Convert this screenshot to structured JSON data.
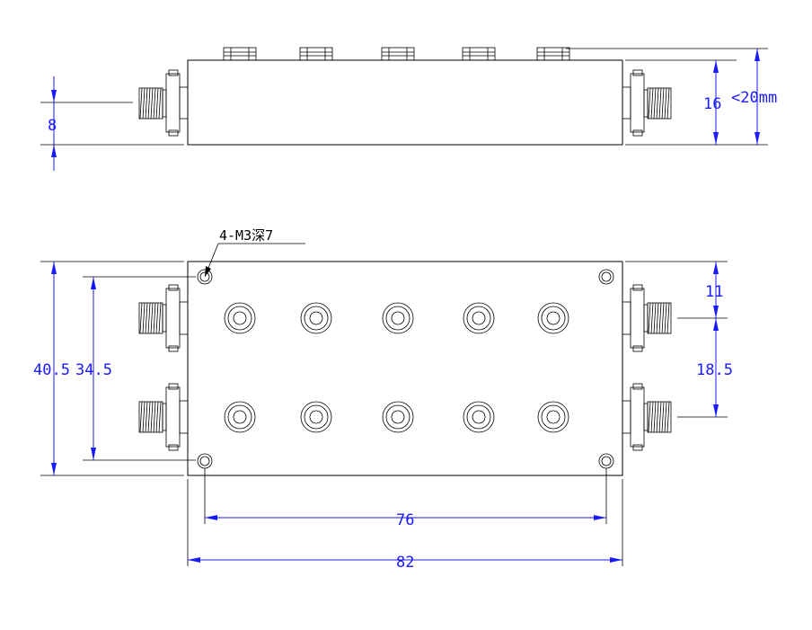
{
  "dimensions": {
    "connector_height": "8",
    "body_height": "16",
    "max_height": "<20mm",
    "mount_holes": "4-M3深7",
    "total_width_mm": "40.5",
    "hole_spacing_v": "34.5",
    "edge_to_port": "11",
    "port_spacing": "18.5",
    "hole_spacing_h": "76",
    "total_length": "82"
  },
  "colors": {
    "dimension": "#1a1aff",
    "outline": "#000000"
  }
}
